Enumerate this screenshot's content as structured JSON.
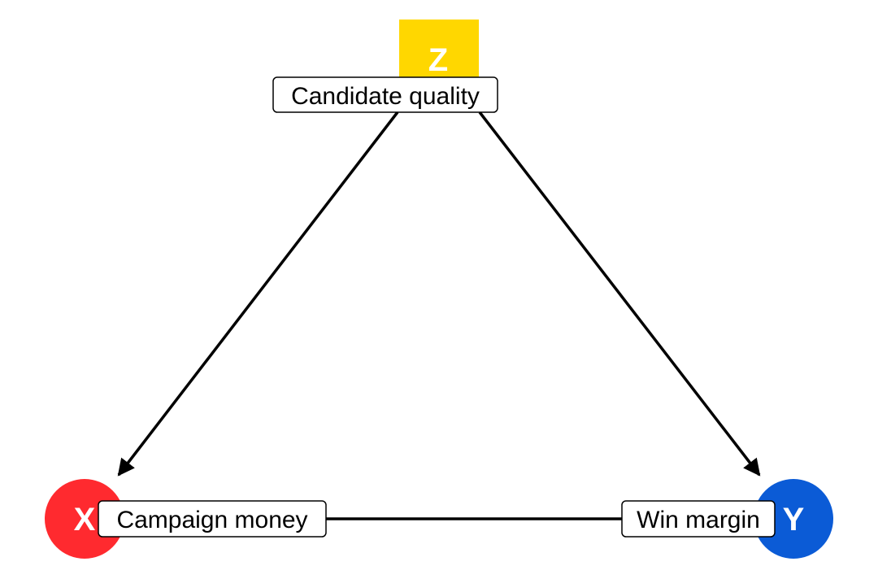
{
  "nodes": {
    "z": {
      "letter": "Z",
      "label": "Candidate quality",
      "shape": "square",
      "color": "#FFD700"
    },
    "x": {
      "letter": "X",
      "label": "Campaign money",
      "shape": "circle",
      "color": "#FF2A2F"
    },
    "y": {
      "letter": "Y",
      "label": "Win margin",
      "shape": "circle",
      "color": "#0B5BD6"
    }
  },
  "edges": [
    {
      "from": "Z",
      "to": "X",
      "directed": true
    },
    {
      "from": "Z",
      "to": "Y",
      "directed": true
    },
    {
      "from": "X",
      "to": "Y",
      "directed": false
    }
  ]
}
